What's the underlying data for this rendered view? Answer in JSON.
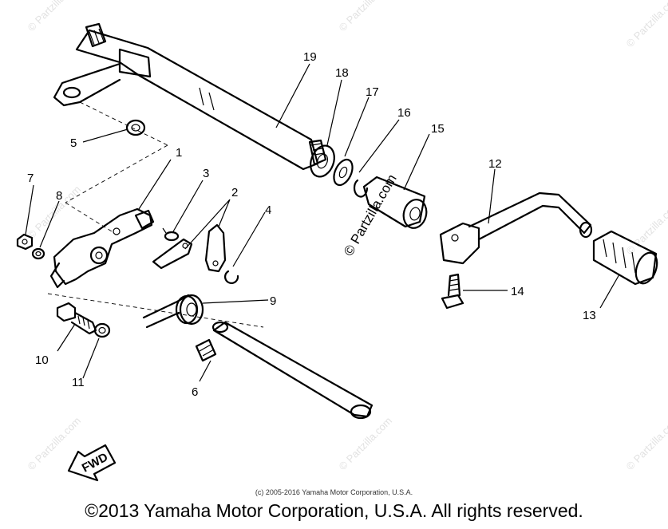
{
  "part_labels": {
    "p1": "1",
    "p2": "2",
    "p3": "3",
    "p4": "4",
    "p5": "5",
    "p6": "6",
    "p7": "7",
    "p8": "8",
    "p9": "9",
    "p10": "10",
    "p11": "11",
    "p12": "12",
    "p13": "13",
    "p14": "14",
    "p15": "15",
    "p16": "16",
    "p17": "17",
    "p18": "18",
    "p19": "19"
  },
  "direction_marker": "FWD",
  "watermark": "© Partzilla.com",
  "small_copyright": "(c) 2005-2016 Yamaha Motor Corporation, U.S.A.",
  "main_copyright": "©2013 Yamaha Motor Corporation, U.S.A. All rights reserved."
}
